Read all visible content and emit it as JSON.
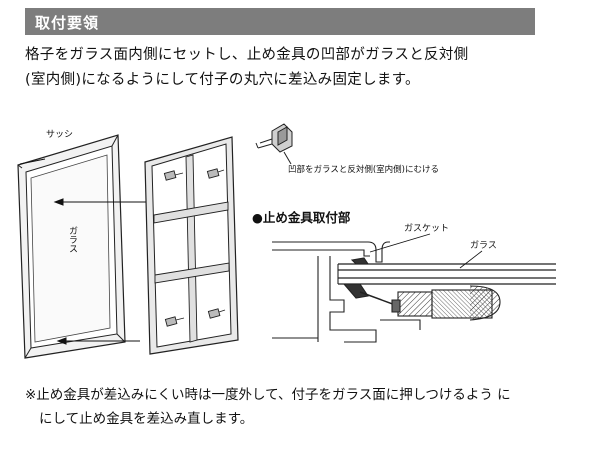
{
  "header": {
    "title": "取付要領"
  },
  "intro": {
    "line1": "格子をガラス面内側にセットし、止め金具の凹部がガラスと反対側",
    "line2": "(室内側)になるようにして付子の丸穴に差込み固定します。"
  },
  "diagram": {
    "sash_label": "サッシ",
    "glass_label": "ガラス",
    "clip_caption": "凹部をガラスと反対側(室内側)にむける",
    "section_title": "●止め金具取付部",
    "gasket_label": "ガスケット",
    "glass_label2": "ガラス"
  },
  "note": {
    "line1": "※止め金具が差込みにくい時は一度外して、付子をガラス面に押しつけるよう に",
    "line2": "にして止め金具を差込み直します。"
  }
}
